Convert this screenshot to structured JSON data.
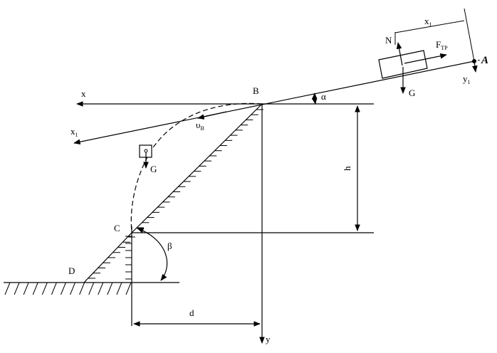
{
  "labels": {
    "point_a": "A",
    "point_b": "B",
    "point_c": "C",
    "point_d": "D",
    "axis_x": "x",
    "axis_y": "y",
    "axis_x1_top": "x",
    "axis_x1_top_sub": "1",
    "axis_x1_left": "x",
    "axis_x1_left_sub": "1",
    "axis_y1": "y",
    "axis_y1_sub": "1",
    "normal_force": "N",
    "friction_force": "F",
    "friction_force_sub": "TP",
    "gravity_top": "G",
    "gravity_flight": "G",
    "velocity": "υ",
    "velocity_sub": "B",
    "angle_alpha": "α",
    "angle_beta": "β",
    "height": "h",
    "distance": "d"
  },
  "colors": {
    "ink": "#000000",
    "background": "#ffffff"
  }
}
